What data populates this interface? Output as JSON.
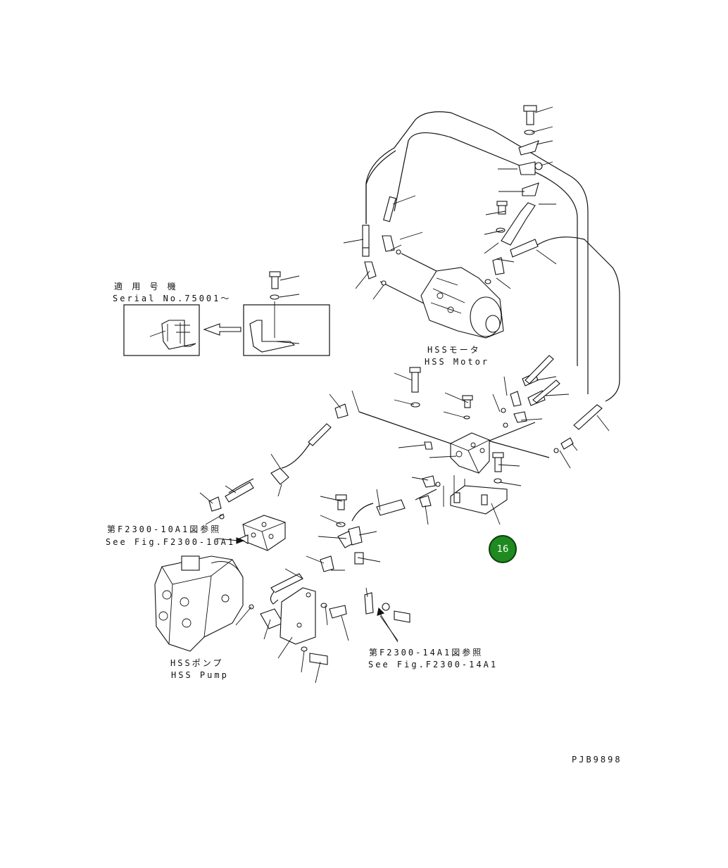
{
  "labels": {
    "serial_jp": "適 用 号 機",
    "serial_en": "Serial No.75001～",
    "motor_jp": "HSSモータ",
    "motor_en": "HSS Motor",
    "ref_10a1_jp": "第F2300-10A1図参照",
    "ref_10a1_en": "See Fig.F2300-10A1",
    "pump_jp": "HSSポンプ",
    "pump_en": "HSS Pump",
    "ref_14a1_jp": "第F2300-14A1図参照",
    "ref_14a1_en": "See Fig.F2300-14A1",
    "drawing_no": "PJB9898"
  },
  "callout": {
    "number": "16",
    "color": "#1f8a1f"
  }
}
